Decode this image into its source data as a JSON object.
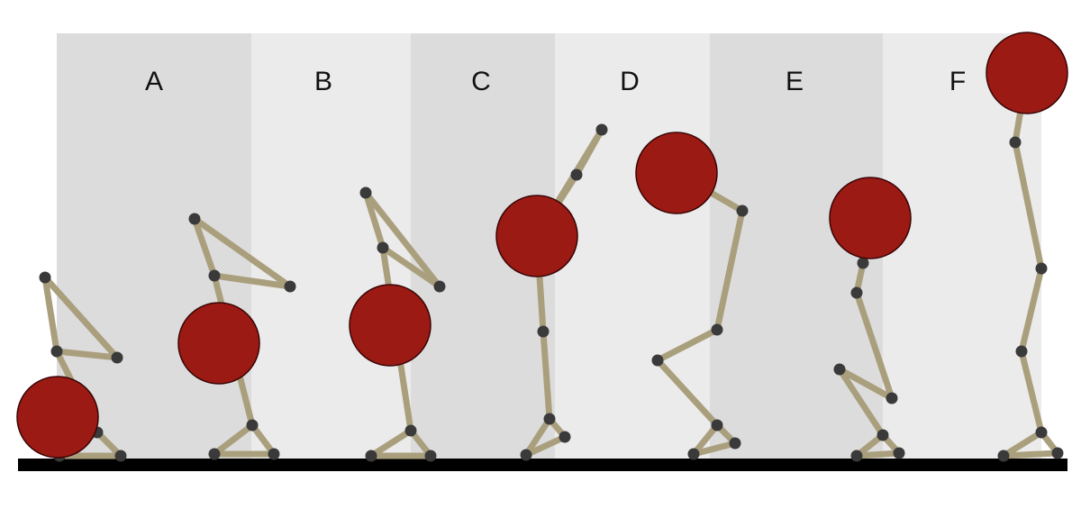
{
  "phases": [
    {
      "label": "A",
      "bg": "#dcdcdc"
    },
    {
      "label": "B",
      "bg": "#ebebeb"
    },
    {
      "label": "C",
      "bg": "#dcdcdc"
    },
    {
      "label": "D",
      "bg": "#ebebeb"
    },
    {
      "label": "E",
      "bg": "#dcdcdc"
    },
    {
      "label": "F",
      "bg": "#ebebeb"
    }
  ],
  "colors": {
    "bone": "#aa9f7d",
    "joint": "#3a3a3a",
    "head": "#9c1a14",
    "ground": "#000000"
  }
}
